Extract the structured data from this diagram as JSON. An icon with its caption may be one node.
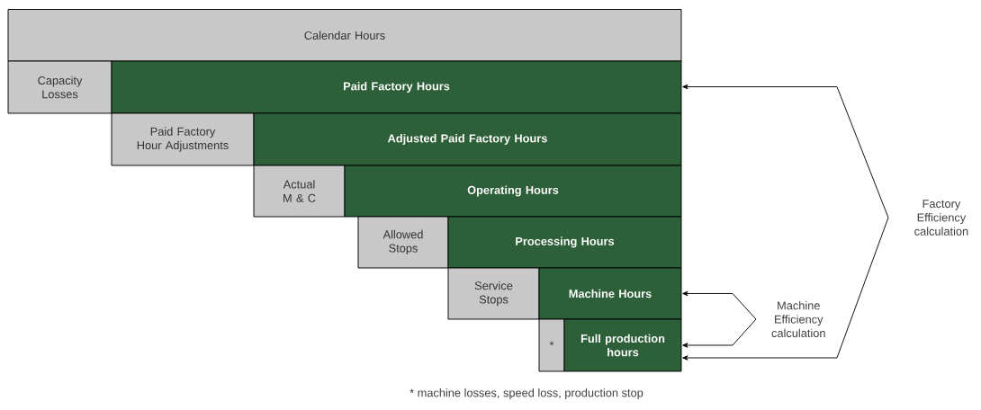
{
  "diagram": {
    "nodes": [
      {
        "text": [
          "Calendar Hours"
        ]
      },
      {
        "text": [
          "Capacity Losses"
        ]
      },
      {
        "text": [
          "Paid Factory Hours"
        ]
      },
      {
        "text": [
          "Paid Factory Hour Adjustments"
        ]
      },
      {
        "text": [
          "Adjusted Paid Factory Hours"
        ]
      },
      {
        "text": [
          "Actual M & C"
        ]
      },
      {
        "text": [
          "Operating Hours"
        ]
      },
      {
        "text": [
          "Allowed Stops"
        ]
      },
      {
        "text": [
          "Processing Hours"
        ]
      },
      {
        "text": [
          "Service Stops"
        ]
      },
      {
        "text": [
          "Machine Hours"
        ]
      },
      {
        "text": [
          "*"
        ]
      },
      {
        "text": [
          "Full production hours"
        ]
      },
      {
        "text": [
          "Machine Efficiency calculation"
        ]
      },
      {
        "text": [
          "Factory Efficiency calculation"
        ]
      }
    ],
    "edges": [
      {
        "from": 14,
        "to": 2,
        "arrow": "to"
      },
      {
        "from": 14,
        "to": 12,
        "arrow": "to"
      },
      {
        "from": 13,
        "to": 10,
        "arrow": "to"
      },
      {
        "from": 13,
        "to": 12,
        "arrow": "to"
      }
    ],
    "labels": [
      "* machine losses, speed loss, production stop"
    ]
  }
}
